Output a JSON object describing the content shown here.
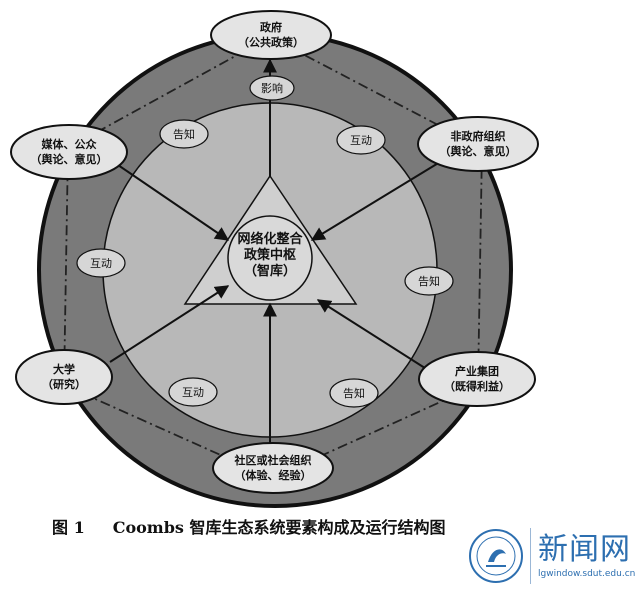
{
  "nodes": {
    "government": {
      "line1": "政府",
      "line2": "（公共政策）"
    },
    "media": {
      "line1": "媒体、公众",
      "line2": "（舆论、意见）"
    },
    "ngo": {
      "line1": "非政府组织",
      "line2": "（舆论、意见）"
    },
    "university": {
      "line1": "大学",
      "line2": "（研究）"
    },
    "industry": {
      "line1": "产业集团",
      "line2": "（既得利益）"
    },
    "community": {
      "line1": "社区或社会组织",
      "line2": "（体验、经验）"
    }
  },
  "center": {
    "line1": "网络化整合",
    "line2": "政策中枢",
    "line3": "（智库）"
  },
  "labels": {
    "influence": "影响",
    "inform_top_left": "告知",
    "interact_top_right": "互动",
    "interact_left": "互动",
    "inform_right": "告知",
    "interact_bottom_left": "互动",
    "inform_bottom": "告知"
  },
  "caption": {
    "figure_no": "图 1",
    "title": "Coombs 智库生态系统要素构成及运行结构图"
  },
  "watermark": {
    "title": "新闻网",
    "url": "lgwindow.sdut.edu.cn"
  },
  "colors": {
    "outer_ring": "#7a7a7a",
    "middle_ring": "#b8b8b8",
    "triangle": "#cfcfcf",
    "node_fill": "#e4e4e4",
    "watermark": "#2d6fb0"
  }
}
